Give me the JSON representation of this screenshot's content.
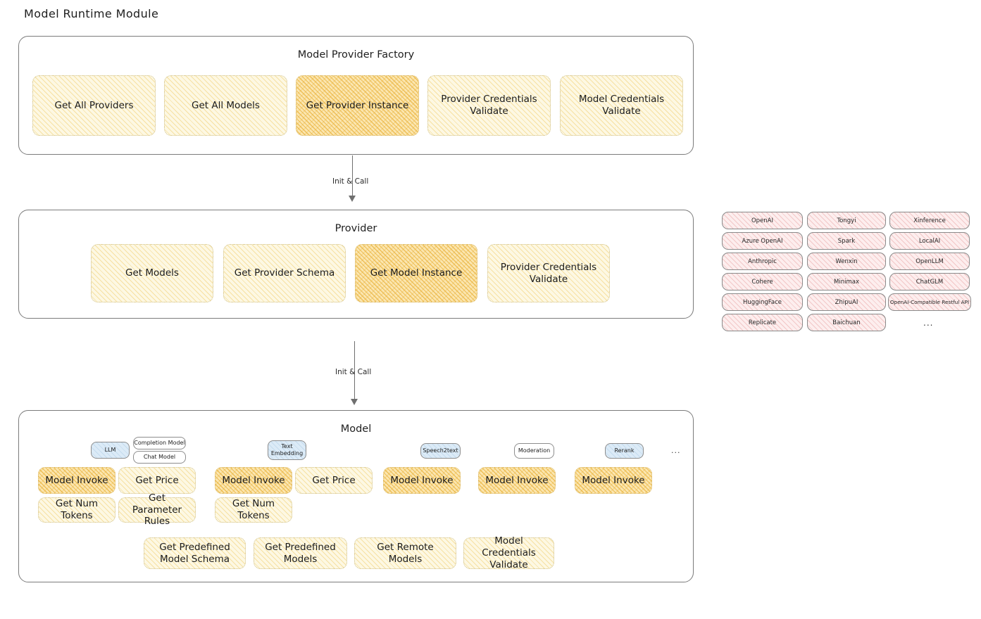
{
  "page": {
    "title": "Model Runtime Module"
  },
  "factory": {
    "title": "Model Provider Factory",
    "nodes": [
      {
        "label": "Get All Providers",
        "highlight": false
      },
      {
        "label": "Get All Models",
        "highlight": false
      },
      {
        "label": "Get Provider Instance",
        "highlight": true
      },
      {
        "label": "Provider Credentials Validate",
        "highlight": false
      },
      {
        "label": "Model Credentials Validate",
        "highlight": false
      }
    ]
  },
  "arrows": [
    {
      "label": "Init & Call"
    },
    {
      "label": "Init & Call"
    }
  ],
  "provider": {
    "title": "Provider",
    "nodes": [
      {
        "label": "Get Models",
        "highlight": false
      },
      {
        "label": "Get Provider Schema",
        "highlight": false
      },
      {
        "label": "Get Model Instance",
        "highlight": true
      },
      {
        "label": "Provider Credentials Validate",
        "highlight": false
      }
    ]
  },
  "provider_tags": {
    "column1": [
      "OpenAI",
      "Azure OpenAI",
      "Anthropic",
      "Cohere",
      "HuggingFace",
      "Replicate"
    ],
    "column2": [
      "Tongyi",
      "Spark",
      "Wenxin",
      "Minimax",
      "ZhipuAI",
      "Baichuan"
    ],
    "column3": [
      "Xinference",
      "LocalAI",
      "OpenLLM",
      "ChatGLM",
      "OpenAI-Compatible Restful API"
    ],
    "more": "..."
  },
  "model": {
    "title": "Model",
    "more": "...",
    "types": [
      {
        "name": "LLM",
        "blue": true
      },
      {
        "name": "Text Embedding",
        "blue": true
      },
      {
        "name": "Speech2text",
        "blue": true
      },
      {
        "name": "Moderation",
        "blue": false
      },
      {
        "name": "Rerank",
        "blue": true
      }
    ],
    "llm_subtypes": [
      "Completion Model",
      "Chat Model"
    ],
    "columns": [
      {
        "ops": [
          "Model Invoke",
          "Get Price",
          "Get Num Tokens",
          "Get Parameter Rules"
        ]
      },
      {
        "ops": [
          "Model Invoke",
          "Get Price",
          "Get Num Tokens"
        ]
      },
      {
        "ops": [
          "Model Invoke"
        ]
      },
      {
        "ops": [
          "Model Invoke"
        ]
      },
      {
        "ops": [
          "Model Invoke"
        ]
      }
    ],
    "bottom_ops": [
      "Get Predefined Model Schema",
      "Get Predefined Models",
      "Get Remote Models",
      "Model Credentials Validate"
    ]
  },
  "colors": {
    "highlight_fill": "#fbe6b0",
    "light_fill": "#fdf8e3",
    "tag_fill": "#fdeeee",
    "chip_blue": "#dcebf7",
    "stroke": "#7b7b7b"
  }
}
